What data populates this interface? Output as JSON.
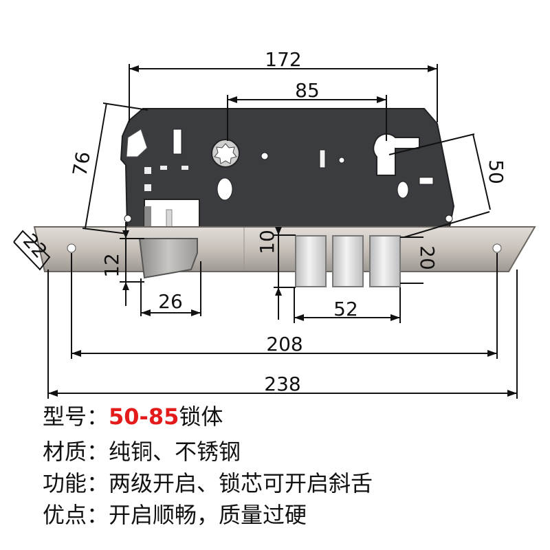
{
  "dimensions": {
    "overall_width": "172",
    "cylinder_center_distance": "85",
    "body_height": "76",
    "backset": "50",
    "faceplate_width": "22",
    "latch_height": "12",
    "latch_width": "26",
    "deadbolt_gap": "10",
    "deadbolt_projection": "20",
    "deadbolt_span": "52",
    "hole_distance": "208",
    "faceplate_length": "238"
  },
  "specs": {
    "model_label": "型号：",
    "model_value": "50-85",
    "model_suffix": "锁体",
    "material": "材质：纯铜、不锈钢",
    "function": "功能：两级开启、锁芯可开启斜舌",
    "advantage": "优点：开启顺畅，质量过硬"
  },
  "colors": {
    "body": "#3b3d40",
    "faceplate": "#c9c2bb",
    "bolt": "#dcdcdc",
    "accent_red": "#e41b1b"
  }
}
